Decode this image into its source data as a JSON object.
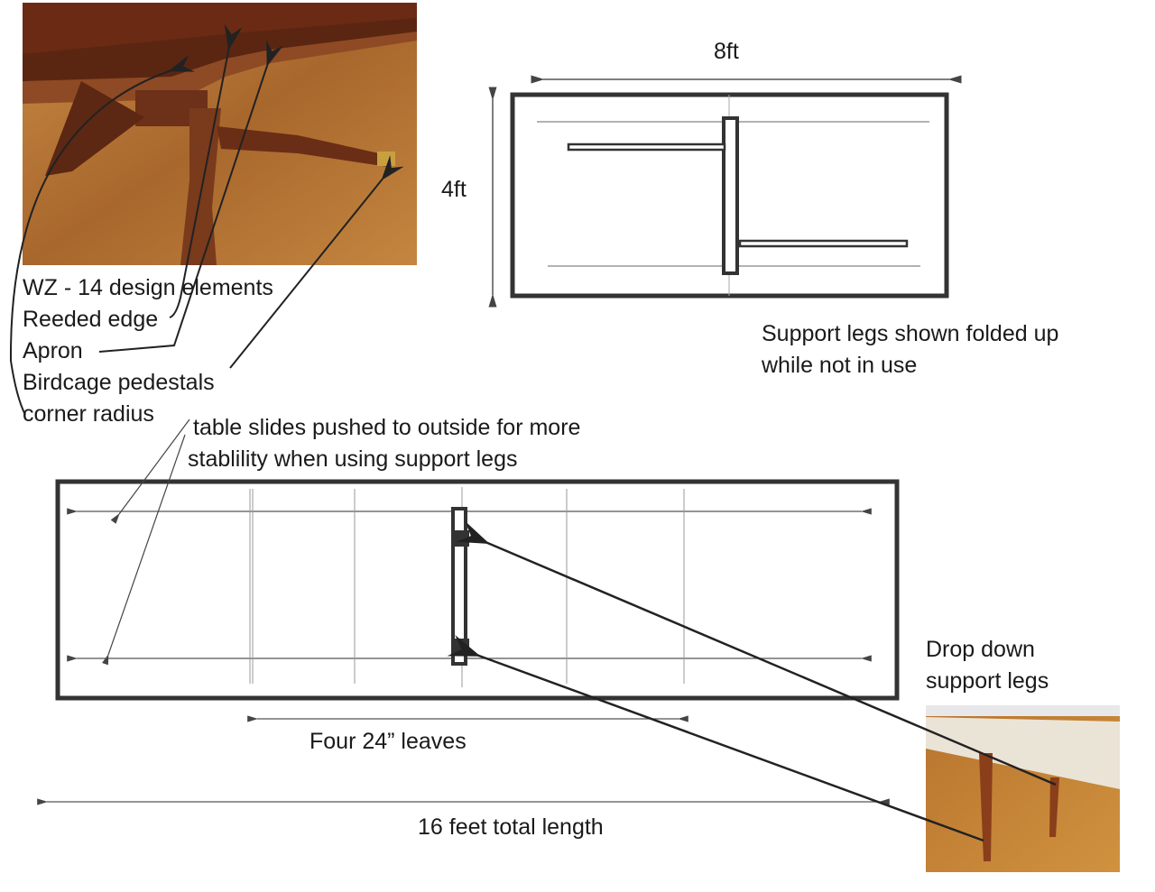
{
  "photo_labels": {
    "title": "WZ - 14 design elements",
    "items": [
      "Reeded edge",
      "Apron",
      "Birdcage pedestals",
      "corner radius"
    ]
  },
  "top_diagram": {
    "width_label": "8ft",
    "height_label": "4ft",
    "caption_lines": [
      "Support legs shown folded up",
      "while not in use"
    ]
  },
  "bottom_diagram": {
    "slides_note_lines": [
      "table slides pushed to outside for more",
      "stablility when using support legs"
    ],
    "leaves_label": "Four 24” leaves",
    "total_length_label": "16 feet total length",
    "drop_legs_lines": [
      "Drop down",
      "support legs"
    ]
  },
  "colors": {
    "wood": "#8a4a22",
    "floor": "#b97a3a",
    "line": "#333333"
  }
}
